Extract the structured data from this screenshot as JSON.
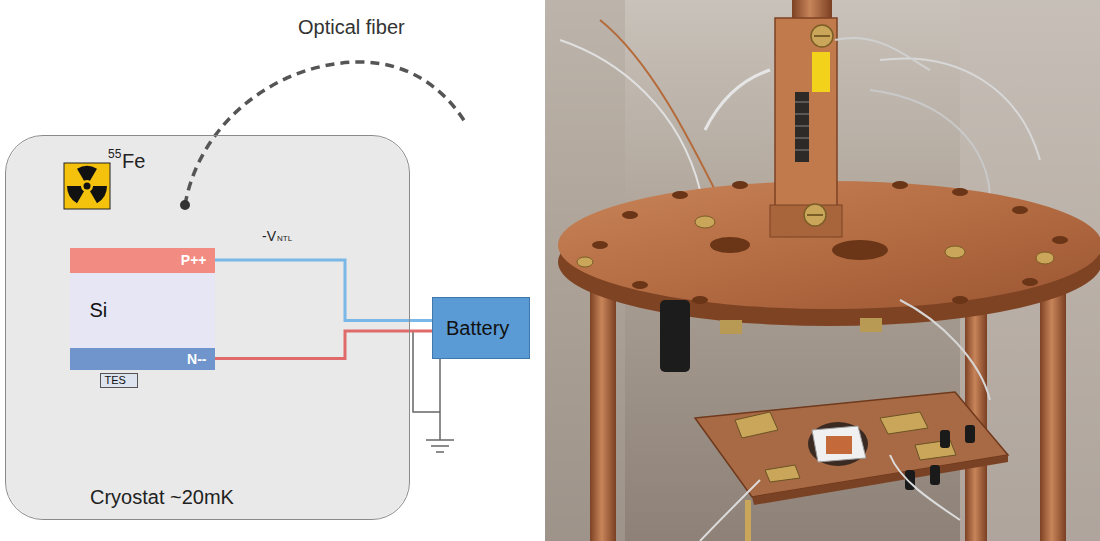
{
  "diagram": {
    "nodes": [
      {
        "text": [
          "Cryostat ~20mK"
        ]
      },
      {
        "text": [
          "P++"
        ],
        "in": 0
      },
      {
        "text": [
          "Si"
        ],
        "in": 0
      },
      {
        "text": [
          "N--"
        ],
        "in": 0
      },
      {
        "text": [
          "TES"
        ],
        "in": 0
      },
      {
        "text": [
          "Battery"
        ]
      }
    ],
    "edges": [
      {
        "from": 1,
        "to": 5,
        "arrow": "none"
      },
      {
        "from": 3,
        "to": 5,
        "arrow": "none"
      }
    ],
    "labels": [
      "Optical fiber",
      "55",
      "Fe",
      "-V",
      "NTL"
    ]
  }
}
